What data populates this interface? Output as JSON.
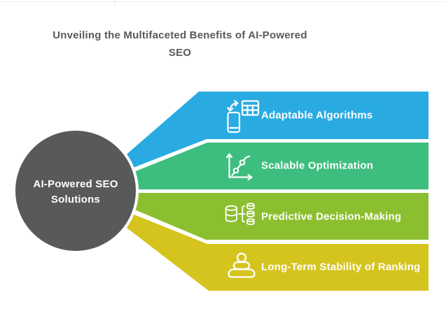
{
  "title": {
    "line1": "Unveiling the Multifaceted Benefits of AI-Powered",
    "line2": "SEO"
  },
  "center": {
    "line1": "AI-Powered SEO",
    "line2": "Solutions"
  },
  "branches": [
    {
      "label": "Adaptable Algorithms",
      "color": "#29abe2",
      "icon": "device-sync-table-icon"
    },
    {
      "label": "Scalable Optimization",
      "color": "#3dbe7e",
      "icon": "growth-chart-icon"
    },
    {
      "label": "Predictive Decision-Making",
      "color": "#8cbf2f",
      "icon": "database-branch-icon"
    },
    {
      "label": "Long-Term Stability of Ranking",
      "color": "#d5c41e",
      "icon": "stacked-stones-icon"
    }
  ],
  "colors": {
    "circle": "#58595b",
    "title_text": "#58595b",
    "label_text": "#ffffff",
    "background": "#ffffff"
  }
}
